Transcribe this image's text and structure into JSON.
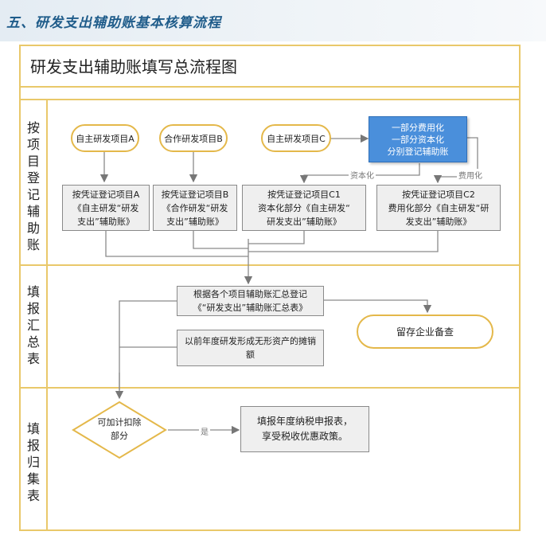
{
  "header": {
    "title": "五、研发支出辅助账基本核算流程"
  },
  "diagram": {
    "title": "研发支出辅助账填写总流程图",
    "lanes": [
      {
        "label": "按\n项\n目\n登\n记\n辅\n助\n账"
      },
      {
        "label": "填\n报\n汇\n总\n表"
      },
      {
        "label": "填\n报\n归\n集\n表"
      }
    ],
    "nodes": {
      "proj_a": "自主研发项目A",
      "proj_b": "合作研发项目B",
      "proj_c": "自主研发项目C",
      "split": "一部分费用化\n一部分资本化\n分别登记辅助账",
      "reg_a": "按凭证登记项目A\n《自主研发“研发\n支出”辅助账》",
      "reg_b": "按凭证登记项目B\n《合作研发“研发\n支出”辅助账》",
      "reg_c1": "按凭证登记项目C1\n资本化部分《自主研发“\n研发支出”辅助账》",
      "reg_c2": "按凭证登记项目C2\n费用化部分《自主研发“研\n发支出”辅助账》",
      "summary": "根据各个项目辅助账汇总登记\n《“研发支出”辅助账汇总表》",
      "archive": "留存企业备查",
      "amort": "以前年度研发形成无形资产的摊销\n额",
      "deduct": "可加计扣除\n部分",
      "filing": "填报年度纳税申报表，\n享受税收优惠政策。"
    },
    "edge_labels": {
      "capitalize": "资本化",
      "expense": "费用化",
      "yes": "是"
    }
  }
}
